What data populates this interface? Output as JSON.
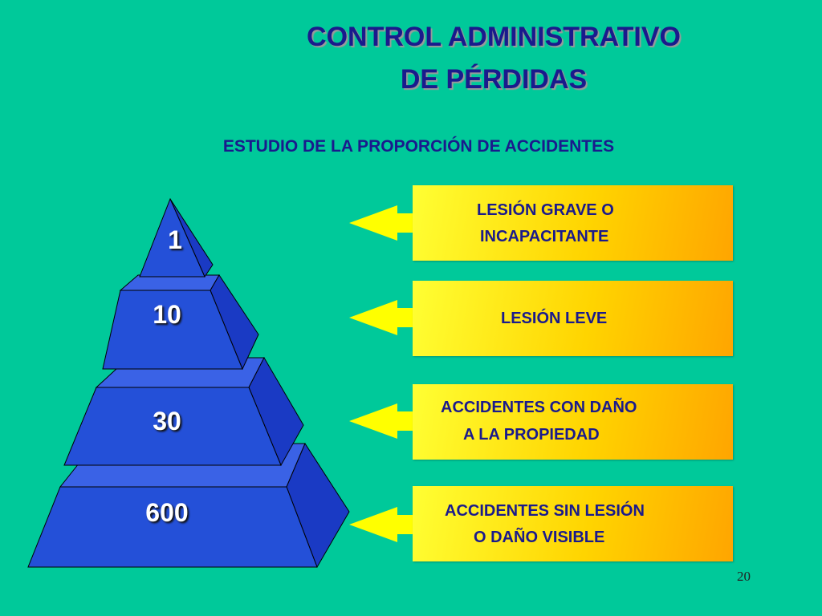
{
  "title_line1": "CONTROL ADMINISTRATIVO",
  "title_line2": "DE PÉRDIDAS",
  "subtitle": "ESTUDIO DE LA PROPORCIÓN DE ACCIDENTES",
  "pyramid": {
    "levels": [
      {
        "value": "1"
      },
      {
        "value": "10"
      },
      {
        "value": "30"
      },
      {
        "value": "600"
      }
    ],
    "colors": {
      "front": "#2450d8",
      "side": "#1a3ac4",
      "top": "#3a62e6",
      "stroke": "#000000"
    }
  },
  "boxes": [
    {
      "line1": "LESIÓN GRAVE O",
      "line2": "INCAPACITANTE"
    },
    {
      "line1": "LESIÓN LEVE"
    },
    {
      "line1": "ACCIDENTES CON DAÑO",
      "line2": "A LA PROPIEDAD"
    },
    {
      "line1": "ACCIDENTES SIN LESIÓN",
      "line2": "O DAÑO VISIBLE"
    }
  ],
  "arrow_color": "#ffff00",
  "page_number": "20"
}
